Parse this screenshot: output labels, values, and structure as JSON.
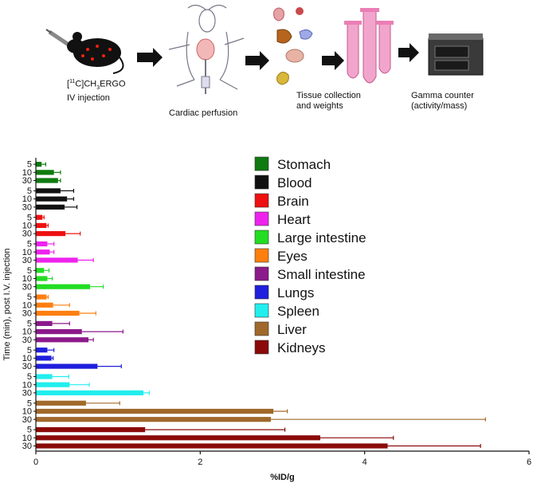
{
  "workflow": {
    "step1": {
      "label_line1": "CH",
      "label_sup": "11",
      "label_pre": "[",
      "label_mid": "C]",
      "label_sub": "3",
      "label_post": "ERGO",
      "label_line2": "IV injection"
    },
    "step2": {
      "label": "Cardiac perfusion"
    },
    "step3": {
      "label_line1": "Tissue collection",
      "label_line2": "and weights"
    },
    "step4": {
      "label_line1": "Gamma counter",
      "label_line2": "(activity/mass)"
    }
  },
  "chart_data": {
    "type": "bar",
    "orientation": "horizontal",
    "xlabel": "%ID/g",
    "ylabel": "Time (min), post I.V. injection",
    "xlim": [
      0,
      6
    ],
    "xticks": [
      0,
      2,
      4,
      6
    ],
    "time_points": [
      "5",
      "10",
      "30"
    ],
    "series": [
      {
        "name": "Stomach",
        "color": "#0f7a0f",
        "values": [
          0.07,
          0.22,
          0.27
        ],
        "errors": [
          0.05,
          0.08,
          0.03
        ]
      },
      {
        "name": "Blood",
        "color": "#111111",
        "values": [
          0.3,
          0.38,
          0.35
        ],
        "errors": [
          0.16,
          0.08,
          0.15
        ]
      },
      {
        "name": "Brain",
        "color": "#ee1111",
        "values": [
          0.08,
          0.13,
          0.36
        ],
        "errors": [
          0.02,
          0.02,
          0.18
        ]
      },
      {
        "name": "Heart",
        "color": "#ee22ee",
        "values": [
          0.14,
          0.17,
          0.51
        ],
        "errors": [
          0.08,
          0.05,
          0.19
        ]
      },
      {
        "name": "Large intestine",
        "color": "#22dd22",
        "values": [
          0.1,
          0.14,
          0.66
        ],
        "errors": [
          0.06,
          0.06,
          0.16
        ]
      },
      {
        "name": "Eyes",
        "color": "#ff7f0e",
        "values": [
          0.13,
          0.21,
          0.53
        ],
        "errors": [
          0.02,
          0.2,
          0.2
        ]
      },
      {
        "name": "Small intestine",
        "color": "#8b1a8b",
        "values": [
          0.2,
          0.56,
          0.64
        ],
        "errors": [
          0.21,
          0.5,
          0.06
        ]
      },
      {
        "name": "Lungs",
        "color": "#1f1fdd",
        "values": [
          0.14,
          0.19,
          0.75
        ],
        "errors": [
          0.08,
          0.02,
          0.29
        ]
      },
      {
        "name": "Spleen",
        "color": "#22eeee",
        "values": [
          0.2,
          0.41,
          1.31
        ],
        "errors": [
          0.2,
          0.24,
          0.07
        ]
      },
      {
        "name": "Liver",
        "color": "#a0692b",
        "values": [
          0.61,
          2.89,
          2.86
        ],
        "errors": [
          0.41,
          0.17,
          2.61
        ]
      },
      {
        "name": "Kidneys",
        "color": "#8b0a0a",
        "values": [
          1.33,
          3.46,
          4.28
        ],
        "errors": [
          1.7,
          0.89,
          1.13
        ]
      }
    ]
  }
}
